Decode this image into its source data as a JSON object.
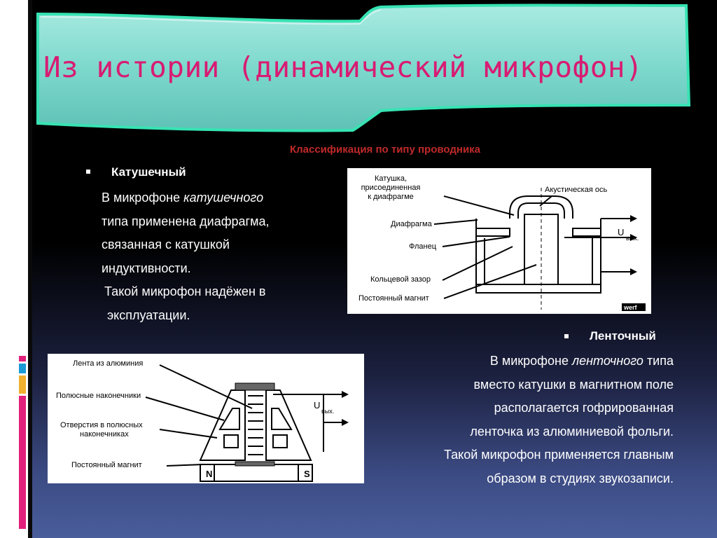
{
  "slide": {
    "title": "Из истории (динамический микрофон)",
    "subtitle": "Классификация по типу проводника"
  },
  "coil": {
    "heading": "Катушечный",
    "line1_prefix": "В микрофоне ",
    "line1_italic": "катушечного",
    "line2": "типа применена диафрагма,",
    "line3": "связанная с катушкой",
    "line4": "индуктивности.",
    "line5": "Такой микрофон надёжен в",
    "line6": "эксплуатации."
  },
  "ribbon": {
    "heading": "Ленточный",
    "line1_prefix": "В микрофоне ",
    "line1_italic": "ленточного",
    "line1_suffix": " типа",
    "line2": "вместо катушки в магнитном поле",
    "line3": "располагается гофрированная",
    "line4": "ленточка из алюминиевой фольги.",
    "line5": "Такой микрофон применяется главным",
    "line6": "образом в студиях звукозаписи."
  },
  "diagram_coil": {
    "label_coil_1": "Катушка,",
    "label_coil_2": "присоединенная",
    "label_coil_3": "к диафрагме",
    "label_axis": "Акустическая ось",
    "label_diaphragm": "Диафрагма",
    "label_flange": "Фланец",
    "label_gap": "Кольцевой зазор",
    "label_magnet": "Постоянный магнит",
    "label_u": "U",
    "label_u_sub": "вых.",
    "watermark": "werf"
  },
  "diagram_ribbon": {
    "label_ribbon": "Лента из алюминия",
    "label_poles": "Полюсные наконечники",
    "label_holes_1": "Отверстия в полюсных",
    "label_holes_2": "наконечниках",
    "label_magnet": "Постоянный магнит",
    "label_n": "N",
    "label_s": "S",
    "label_u": "U",
    "label_u_sub": "вых."
  },
  "colors": {
    "title": "#d81b73",
    "subtitle": "#c02a2a",
    "banner": "#7dd8cc",
    "banner_glow": "#3fe0b6"
  }
}
